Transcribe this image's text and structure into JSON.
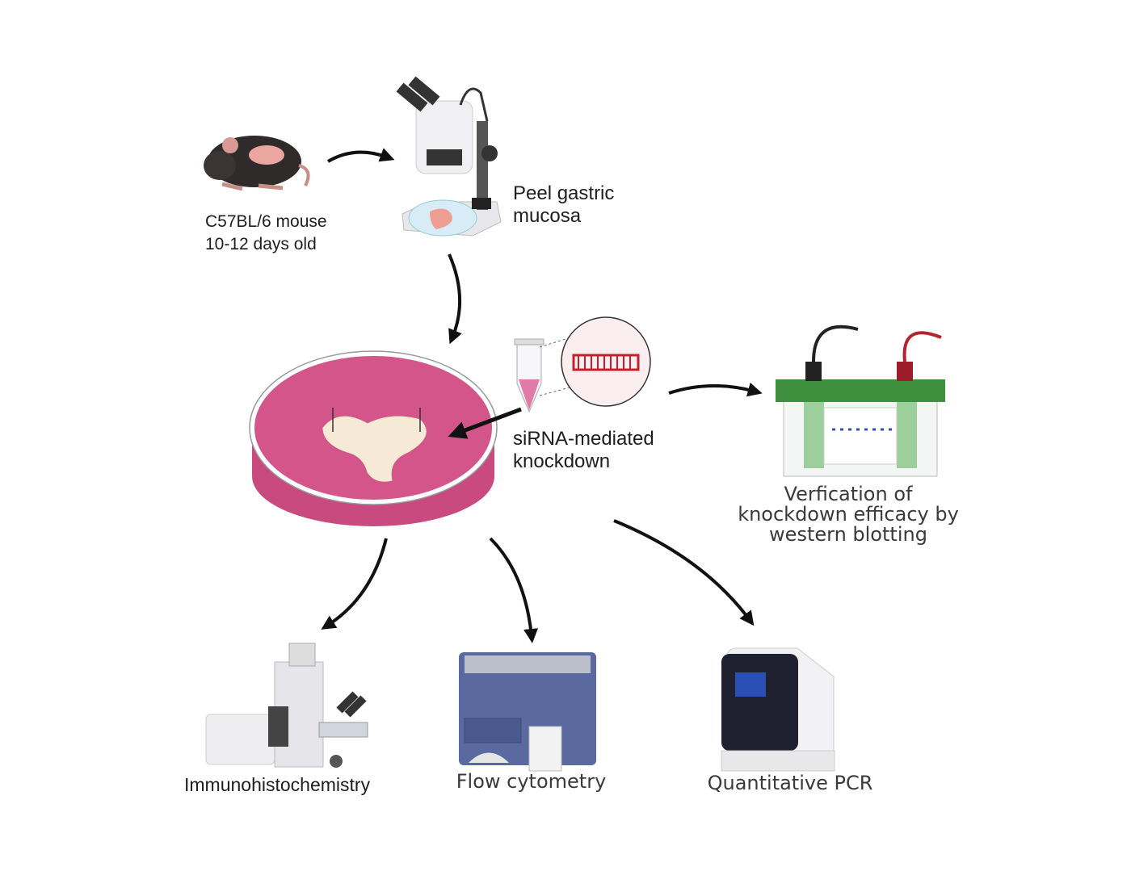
{
  "labels": {
    "mouse_line1": "C57BL/6 mouse",
    "mouse_line2": "10-12 days old",
    "peel_line1": "Peel gastric",
    "peel_line2": "mucosa",
    "sirna_line1": "siRNA-mediated",
    "sirna_line2": "knockdown",
    "wb_line1": "Verfication of",
    "wb_line2": "knockdown efficacy by",
    "wb_line3": "western blotting",
    "ihc": "Immunohistochemistry",
    "flow": "Flow cytometry",
    "qpcr": "Quantitative PCR"
  },
  "colors": {
    "arrow": "#111111",
    "medium": "#d4558a",
    "tissue": "#f6ead6",
    "sirna": "#c8202a",
    "gel_box_lid": "#3e8f3e",
    "flow_cytometer": "#5a6aa0",
    "qpcr_screen": "#2a4fb5"
  }
}
